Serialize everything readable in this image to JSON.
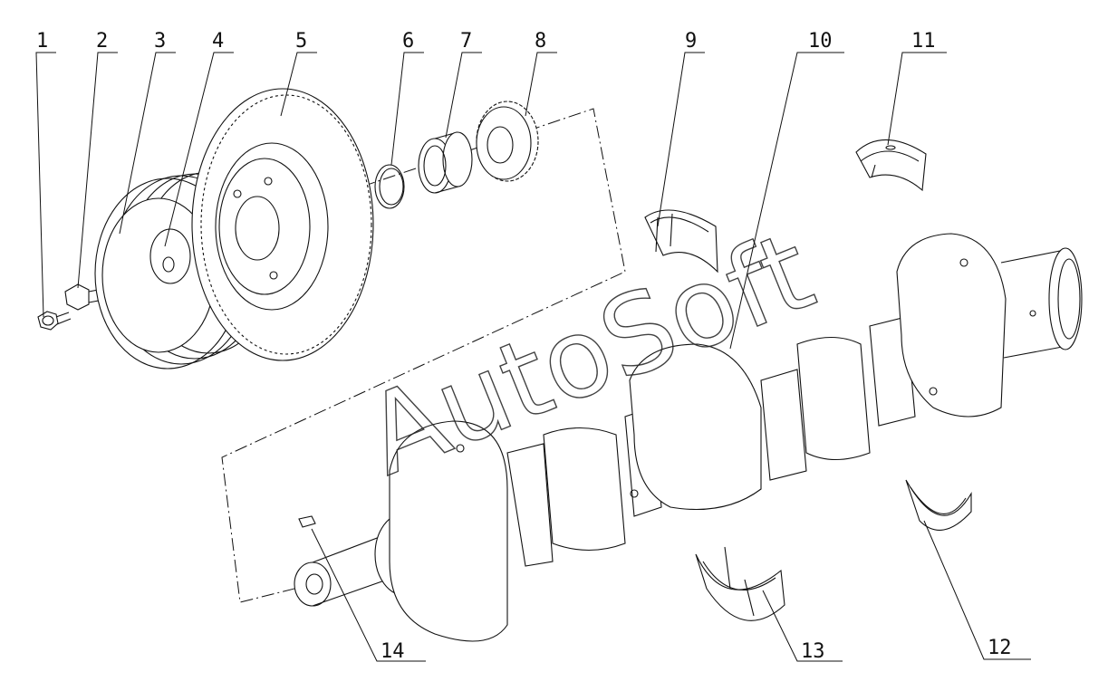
{
  "callouts": [
    {
      "id": "1",
      "label": "1"
    },
    {
      "id": "2",
      "label": "2"
    },
    {
      "id": "3",
      "label": "3"
    },
    {
      "id": "4",
      "label": "4"
    },
    {
      "id": "5",
      "label": "5"
    },
    {
      "id": "6",
      "label": "6"
    },
    {
      "id": "7",
      "label": "7"
    },
    {
      "id": "8",
      "label": "8"
    },
    {
      "id": "9",
      "label": "9"
    },
    {
      "id": "10",
      "label": "10"
    },
    {
      "id": "11",
      "label": "11"
    },
    {
      "id": "12",
      "label": "12"
    },
    {
      "id": "13",
      "label": "13"
    },
    {
      "id": "14",
      "label": "14"
    }
  ],
  "watermark": "AutoSoft"
}
